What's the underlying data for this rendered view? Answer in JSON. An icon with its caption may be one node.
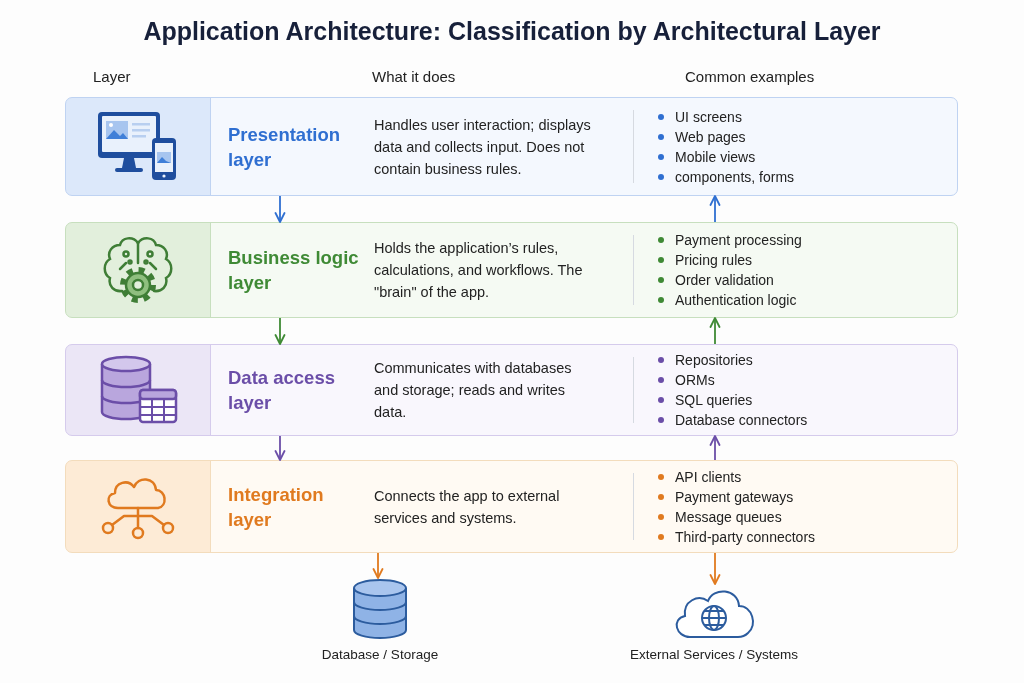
{
  "diagram": {
    "title": "Application Architecture: Classification by Architectural Layer",
    "nodes": [
      {
        "text": [
          "Presentation layer",
          "Handles user interaction; displays data and collects input. Does not contain business rules.",
          "UI screens",
          "Web pages",
          "Mobile views",
          "components, forms"
        ]
      },
      {
        "text": [
          "Business logic layer",
          "Holds the application’s rules, calculations, and workflows. The \"brain\" of the app.",
          "Payment processing",
          "Pricing rules",
          "Order validation",
          "Authentication logic"
        ]
      },
      {
        "text": [
          "Data access layer",
          "Communicates with databases and storage; reads and writes data.",
          "Repositories",
          "ORMs",
          "SQL queries",
          "Database connectors"
        ]
      },
      {
        "text": [
          "Integration layer",
          "Connects the app to external services and systems.",
          "API clients",
          "Payment gateways",
          "Message queues",
          "Third-party connectors"
        ]
      },
      {
        "text": [
          "Database / Storage"
        ]
      },
      {
        "text": [
          "External Services / Systems"
        ]
      }
    ],
    "edges": [
      {
        "from": 0,
        "to": 1,
        "arrow": "to",
        "color": "#2f6fd1"
      },
      {
        "from": 1,
        "to": 0,
        "arrow": "to",
        "color": "#2f6fd1"
      },
      {
        "from": 1,
        "to": 2,
        "arrow": "to",
        "color": "#3f8a35"
      },
      {
        "from": 2,
        "to": 1,
        "arrow": "to",
        "color": "#3f8a35"
      },
      {
        "from": 2,
        "to": 3,
        "arrow": "to",
        "color": "#6b4ea8"
      },
      {
        "from": 3,
        "to": 2,
        "arrow": "to",
        "color": "#6b4ea8"
      },
      {
        "from": 3,
        "to": 4,
        "arrow": "to",
        "color": "#e07a1f"
      },
      {
        "from": 3,
        "to": 5,
        "arrow": "to",
        "color": "#e07a1f"
      }
    ],
    "labels": [
      "Layer",
      "What it does",
      "Common examples"
    ]
  }
}
